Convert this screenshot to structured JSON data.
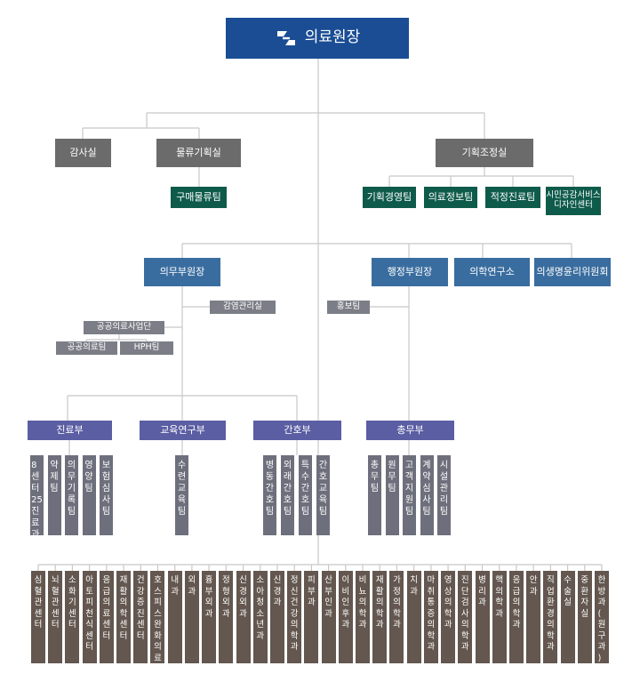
{
  "top": {
    "label": "의료원장"
  },
  "staff": {
    "audit": "감사실",
    "logistics": "물류기획실",
    "purchasing": "구매물류팀",
    "planning": "기획조정실",
    "planning_teams": [
      "기획경영팀",
      "의료정보팀",
      "적정진료팀",
      "시민공감서비스\n디자인센터"
    ]
  },
  "level2": {
    "medical_vice": "의무부원장",
    "admin_vice": "행정부원장",
    "research": "의학연구소",
    "ethics": "의생명윤리위원회"
  },
  "small": {
    "infection": "감염관리실",
    "pr": "홍보팀",
    "public_project": "공공의료사업단",
    "public_team": "공공의료팀",
    "hph": "HPH팀"
  },
  "divisions": {
    "clinical": "진료부",
    "education": "교육연구부",
    "nursing": "간호부",
    "general": "총무부"
  },
  "clinical_teams": [
    "8센터25진료과",
    "약제팀",
    "의무기록팀",
    "영양팀",
    "보험심사팀"
  ],
  "education_teams": [
    "수련교육팀"
  ],
  "nursing_teams": [
    "병동간호팀",
    "외래간호팀",
    "특수간호팀",
    "간호교육팀"
  ],
  "general_teams": [
    "총무팀",
    "원무팀",
    "고객지원팀",
    "계약심사팀",
    "시설관리팀"
  ],
  "departments": [
    "심혈관센터",
    "뇌혈관센터",
    "소화기센터",
    "아토피천식센터",
    "응급의료센터",
    "재활의학센터",
    "건강증진센터",
    "호스피스완화의료센터",
    "내과",
    "외과",
    "흉부외과",
    "정형외과",
    "신경외과",
    "소아청소년과",
    "신경과",
    "정신건강의학과",
    "피부과",
    "산부인과",
    "이비인후과",
    "비뇨의학과",
    "재활의학과",
    "가정의학과",
    "치과",
    "마취통증의학과",
    "영상의학과",
    "진단검사의학과",
    "병리과",
    "핵의학과",
    "응급의학과",
    "안과",
    "직업환경의학과",
    "수술실",
    "중환자실",
    "한방과(원구과)"
  ],
  "colors": {
    "top": "#1a4d94",
    "gray": "#6b6b6b",
    "green": "#0f5b4b",
    "blue": "#3a6d9f",
    "purple": "#5b5ea3",
    "slate": "#6e6f7c",
    "brown": "#63574f"
  }
}
